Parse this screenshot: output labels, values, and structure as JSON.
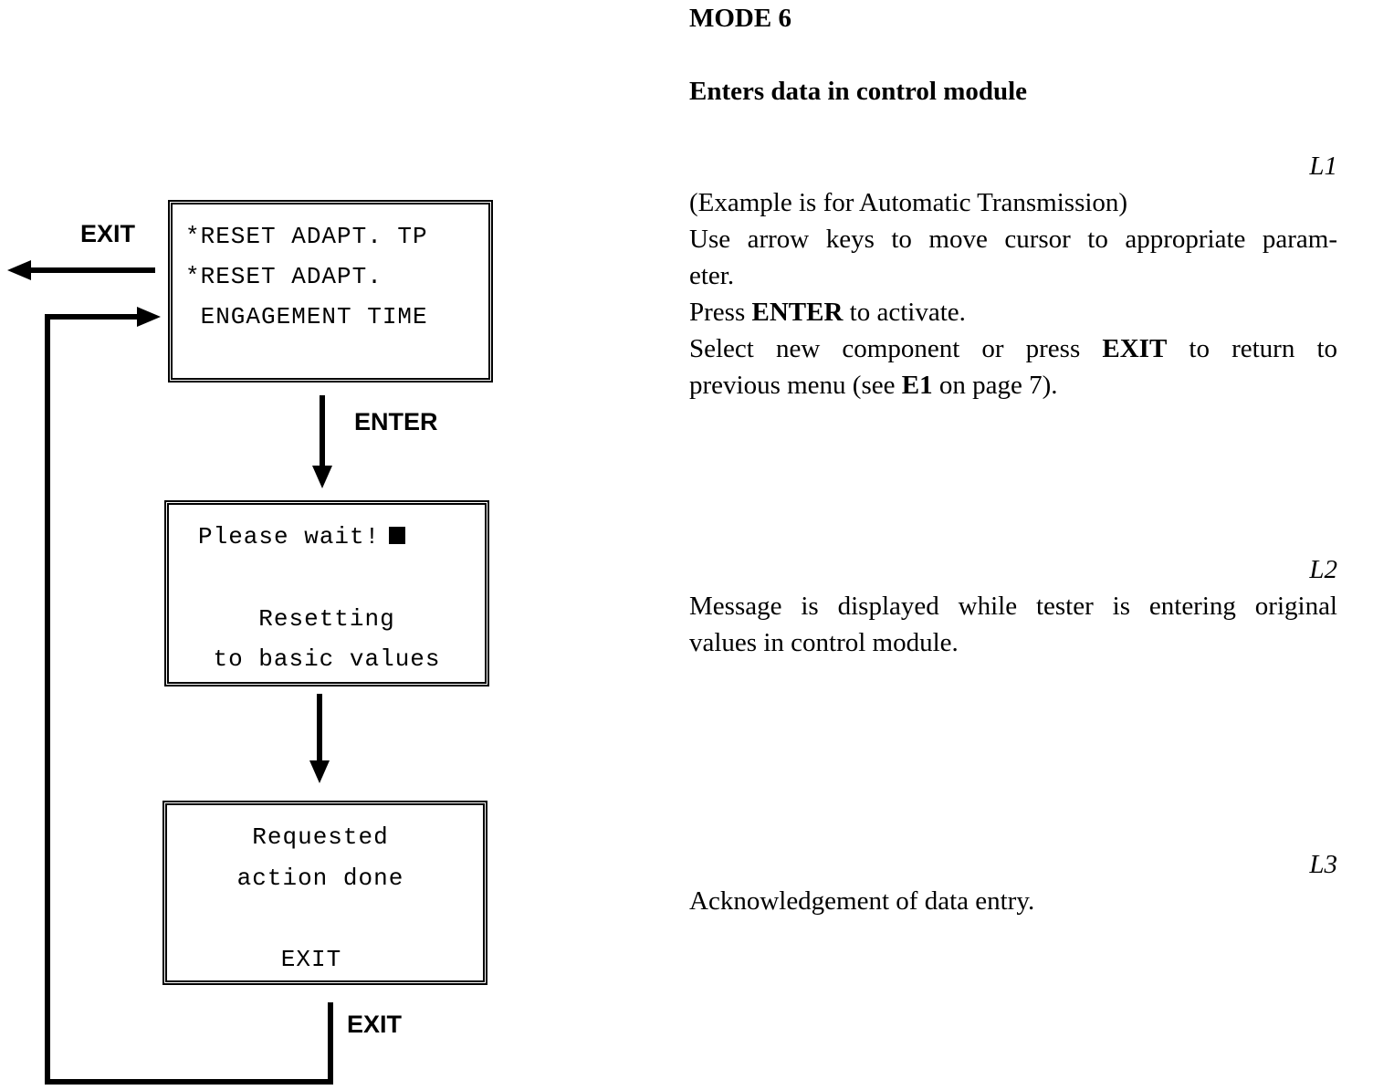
{
  "mode_title": "MODE 6",
  "subtitle": "Enters data in control module",
  "steps": [
    {
      "tag": "L1",
      "screen_lines": [
        "*RESET ADAPT. TP",
        "*RESET ADAPT.",
        " ENGAGEMENT TIME"
      ],
      "text": {
        "example": "(Example is for Automatic Transmission)",
        "arrow_1": "Use arrow keys to move cursor to appropriate param-",
        "arrow_2": "eter.",
        "press_pre": "Press ",
        "press_key": "ENTER",
        "press_post": " to activate.",
        "select_pre": "Select new component or press ",
        "select_key": "EXIT",
        "select_post": " to return to",
        "prev_pre": "previous menu (see ",
        "prev_key": "E1",
        "prev_post": " on page 7)."
      }
    },
    {
      "tag": "L2",
      "screen_lines": [
        "Please wait!",
        "Resetting",
        "to basic values"
      ],
      "text": {
        "line_1": "Message is displayed while tester is entering original",
        "line_2": "values in control module."
      }
    },
    {
      "tag": "L3",
      "screen_lines": [
        "Requested",
        "action done",
        "EXIT"
      ],
      "text": {
        "line_1": "Acknowledgement of data entry."
      }
    }
  ],
  "labels": {
    "exit_left": "EXIT",
    "enter": "ENTER",
    "exit_bottom": "EXIT"
  },
  "icons": [
    "arrow-left-icon",
    "arrow-right-icon",
    "arrow-down-icon",
    "cursor-block-icon"
  ]
}
